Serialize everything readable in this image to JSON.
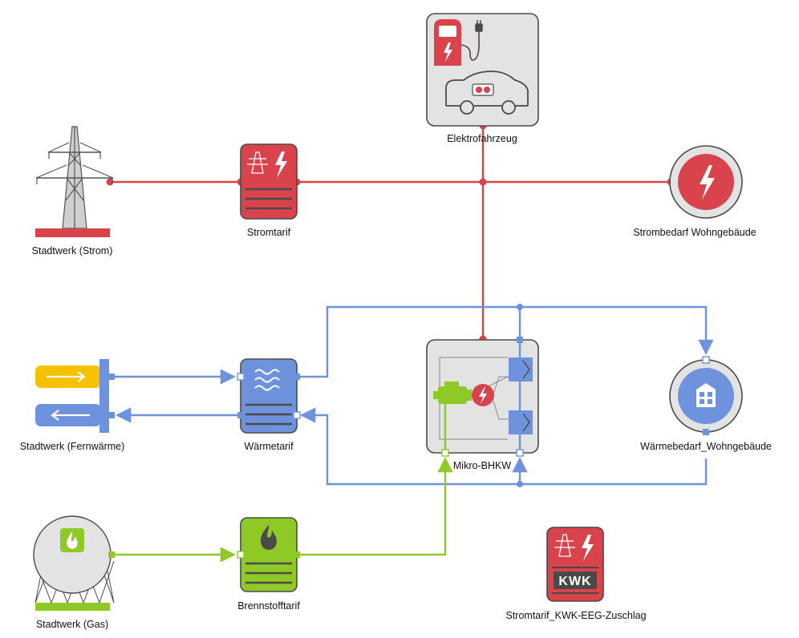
{
  "colors": {
    "power": "#d9434b",
    "heat": "#6e93dc",
    "gas": "#8fc925",
    "cooling_flow": "#f6c100",
    "device_grey": "#e3e3e3",
    "outline": "#4a4a4a"
  },
  "nodes": {
    "stadtwerk_strom": {
      "label": "Stadtwerk (Strom)",
      "icon": "power-tower-icon"
    },
    "stromtarif": {
      "label": "Stromtarif",
      "icon": "power-tariff-icon"
    },
    "elektrofahrzeug": {
      "label": "Elektrofahrzeug",
      "icon": "electric-car-icon"
    },
    "strombedarf": {
      "label": "Strombedarf Wohngebäude",
      "icon": "power-demand-icon"
    },
    "stadtwerk_fernwaerme": {
      "label": "Stadtwerk (Fernwärme)",
      "icon": "district-heating-icon"
    },
    "waermetarif": {
      "label": "Wärmetarif",
      "icon": "heat-tariff-icon"
    },
    "mikro_bhkw": {
      "label": "Mikro-BHKW",
      "icon": "chp-unit-icon"
    },
    "waermebedarf": {
      "label": "Wärmebedarf_Wohngebäude",
      "icon": "heat-demand-icon"
    },
    "stadtwerk_gas": {
      "label": "Stadtwerk (Gas)",
      "icon": "gas-tank-icon"
    },
    "brennstofftarif": {
      "label": "Brennstofftarif",
      "icon": "fuel-tariff-icon"
    },
    "kwk_zuschlag": {
      "label": "Stromtarif_KWK-EEG-Zuschlag",
      "icon": "kwk-tariff-icon",
      "badge": "KWK"
    }
  },
  "connections": [
    {
      "from": "stadtwerk_strom",
      "to": "stromtarif",
      "carrier": "power"
    },
    {
      "from": "stromtarif",
      "to": "strombedarf",
      "carrier": "power"
    },
    {
      "from": "elektrofahrzeug",
      "to": "stromtarif",
      "carrier": "power"
    },
    {
      "from": "mikro_bhkw",
      "to": "stromtarif",
      "carrier": "power"
    },
    {
      "from": "stadtwerk_fernwaerme",
      "to": "waermetarif",
      "carrier": "heat"
    },
    {
      "from": "waermetarif",
      "to": "stadtwerk_fernwaerme",
      "carrier": "heat"
    },
    {
      "from": "waermetarif",
      "to": "waermebedarf",
      "carrier": "heat"
    },
    {
      "from": "mikro_bhkw",
      "to": "waermebedarf",
      "carrier": "heat"
    },
    {
      "from": "waermebedarf",
      "to": "waermetarif",
      "carrier": "heat"
    },
    {
      "from": "waermebedarf",
      "to": "mikro_bhkw",
      "carrier": "heat"
    },
    {
      "from": "stadtwerk_gas",
      "to": "brennstofftarif",
      "carrier": "gas"
    },
    {
      "from": "brennstofftarif",
      "to": "mikro_bhkw",
      "carrier": "gas"
    }
  ]
}
